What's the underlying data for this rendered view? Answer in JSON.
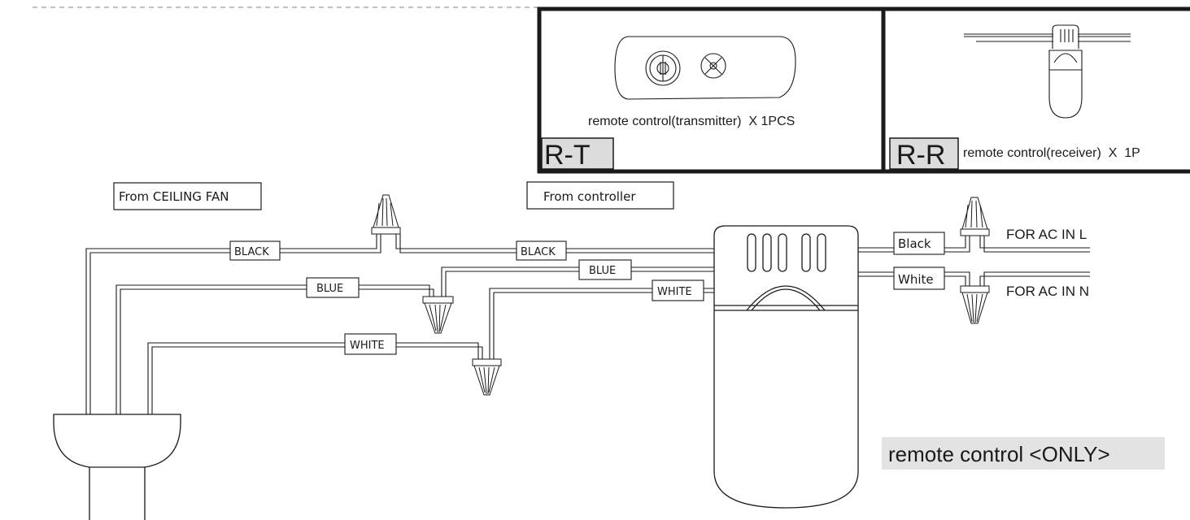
{
  "labels": {
    "from_ceiling_fan": "From CEILING FAN",
    "from_controller": "From controller",
    "wire_black_left": "BLACK",
    "wire_black_mid": "BLACK",
    "wire_blue_left": "BLUE",
    "wire_blue_mid": "BLUE",
    "wire_white_left": "WHITE",
    "wire_white_mid": "WHITE",
    "wire_black_right": "Black",
    "wire_white_right": "White",
    "ac_in_l": "FOR AC IN L",
    "ac_in_n": "FOR AC IN N",
    "remote_only": "remote control <ONLY>"
  },
  "parts": {
    "transmitter": {
      "code": "R-T",
      "caption": "remote control(transmitter)  X 1PCS"
    },
    "receiver": {
      "code": "R-R",
      "caption": "remote control(receiver)  X  1P"
    }
  },
  "colors": {
    "line": "#1a1a1a",
    "code_bg": "#dcdcdc",
    "dashed": "#9a9a9a"
  }
}
